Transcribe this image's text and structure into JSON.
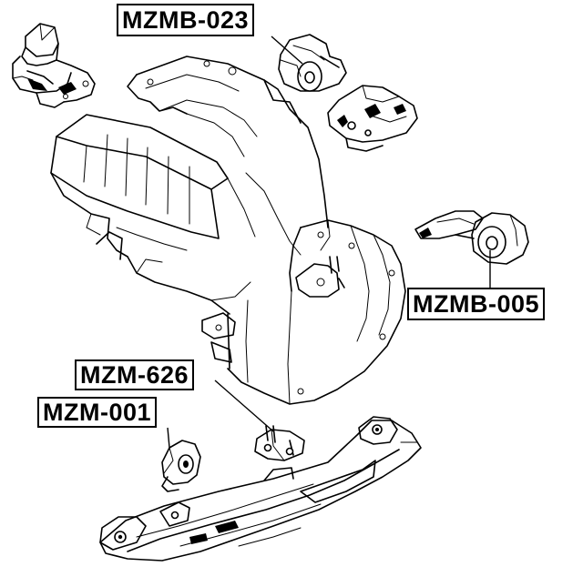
{
  "labels": {
    "mzmb_023": "MZMB-023",
    "mzmb_005": "MZMB-005",
    "mzm_626": "MZM-626",
    "mzm_001": "MZM-001"
  },
  "colors": {
    "ink": "#000000",
    "paper": "#ffffff"
  }
}
